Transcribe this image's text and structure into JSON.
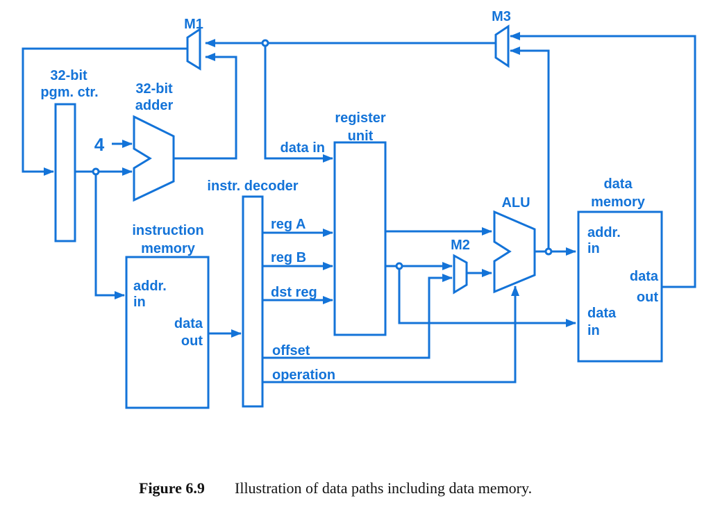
{
  "colors": {
    "diagram_blue": "#1373d8",
    "caption_black": "#121212",
    "page_bg": "#ffffff"
  },
  "muxes": {
    "m1": "M1",
    "m2": "M2",
    "m3": "M3"
  },
  "blocks": {
    "pgm_ctr_line1": "32-bit",
    "pgm_ctr_line2": "pgm. ctr.",
    "adder_line1": "32-bit",
    "adder_line2": "adder",
    "instruction_memory_line1": "instruction",
    "instruction_memory_line2": "memory",
    "instr_decoder": "instr. decoder",
    "register_unit_line1": "register",
    "register_unit_line2": "unit",
    "alu": "ALU",
    "data_memory_line1": "data",
    "data_memory_line2": "memory"
  },
  "ports": {
    "four_constant": "4",
    "imem_addr_line1": "addr.",
    "imem_addr_line2": "in",
    "imem_data_line1": "data",
    "imem_data_line2": "out",
    "reg_data_in": "data in",
    "reg_a": "reg A",
    "reg_b": "reg B",
    "dst_reg": "dst reg",
    "offset": "offset",
    "operation": "operation",
    "dmem_addr_line1": "addr.",
    "dmem_addr_line2": "in",
    "dmem_out_line1": "data",
    "dmem_out_line2": "out",
    "dmem_in_line1": "data",
    "dmem_in_line2": "in"
  },
  "caption": {
    "figure_label": "Figure 6.9",
    "text": "Illustration of data paths including data memory."
  }
}
